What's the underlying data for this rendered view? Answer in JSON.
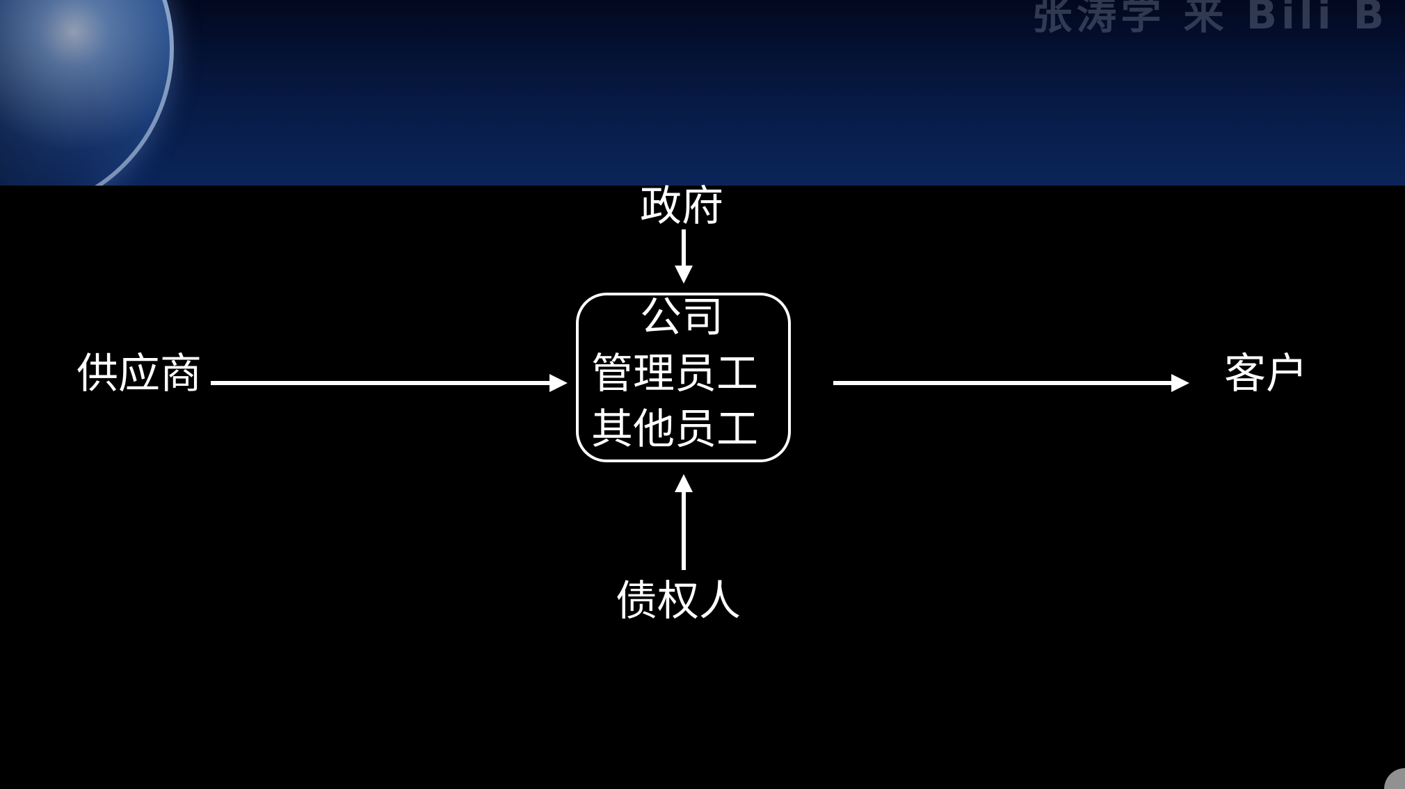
{
  "banner": {
    "watermark_text": "张涛学 来 Bili B"
  },
  "diagram": {
    "nodes": {
      "government": "政府",
      "company_line1": "公司",
      "company_line2": "管理员工",
      "company_line3": "其他员工",
      "supplier": "供应商",
      "customer": "客户",
      "creditor": "债权人"
    }
  },
  "colors": {
    "background": "#000000",
    "banner": "#071a45",
    "foreground": "#ffffff"
  },
  "icons": {
    "globe": "globe-graphic",
    "corner": "corner-logo-icon"
  }
}
